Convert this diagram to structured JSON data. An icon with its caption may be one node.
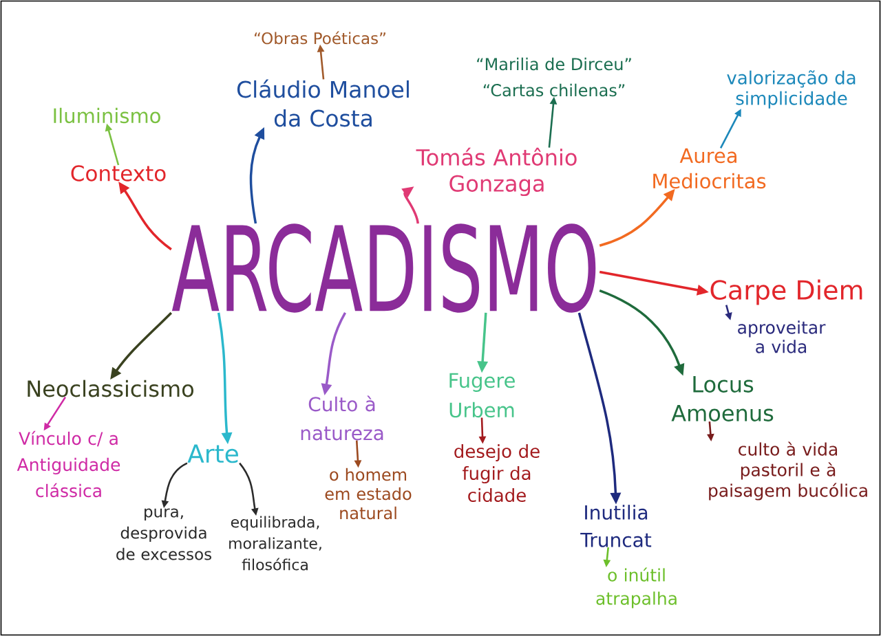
{
  "diagram": {
    "nodes": [
      {
        "text": [
          "“Obras Poéticas”"
        ]
      },
      {
        "text": [
          "Cláudio Manoel da Costa"
        ]
      },
      {
        "text": [
          "Iluminismo"
        ]
      },
      {
        "text": [
          "“Marilia de Dirceu”",
          "“Cartas chilenas”"
        ]
      },
      {
        "text": [
          "valorização da simplicidade"
        ]
      },
      {
        "text": [
          "Contexto"
        ]
      },
      {
        "text": [
          "Tomás Antônio Gonzaga"
        ]
      },
      {
        "text": [
          "Aurea Mediocritas"
        ]
      },
      {
        "text": [
          "ARCADISMO"
        ]
      },
      {
        "text": [
          "Carpe Diem"
        ]
      },
      {
        "text": [
          "aproveitar a vida"
        ]
      },
      {
        "text": [
          "Neoclassicismo"
        ]
      },
      {
        "text": [
          "Culto à natureza"
        ]
      },
      {
        "text": [
          "Fugere Urbem"
        ]
      },
      {
        "text": [
          "Locus Amoenus"
        ]
      },
      {
        "text": [
          "Vínculo c/ a Antiguidade clássica"
        ]
      },
      {
        "text": [
          "Arte"
        ]
      },
      {
        "text": [
          "desejo de fugir da cidade"
        ]
      },
      {
        "text": [
          "o homem em estado natural"
        ]
      },
      {
        "text": [
          "culto à vida pastoril e à paisagem bucólica"
        ]
      },
      {
        "text": [
          "pura, desprovida de excessos"
        ]
      },
      {
        "text": [
          "equilibrada, moralizante, filosófica"
        ]
      },
      {
        "text": [
          "Inutilia Truncat"
        ]
      },
      {
        "text": [
          "o inútil atrapalha"
        ]
      }
    ],
    "edges": [
      {
        "from": 8,
        "to": 5,
        "arrow": "to",
        "color": "#e2262b"
      },
      {
        "from": 5,
        "to": 2,
        "arrow": "to",
        "color": "#7bc142"
      },
      {
        "from": 8,
        "to": 1,
        "arrow": "to",
        "color": "#1f4e9e"
      },
      {
        "from": 1,
        "to": 0,
        "arrow": "to",
        "color": "#a15a2b"
      },
      {
        "from": 8,
        "to": 6,
        "arrow": "to",
        "color": "#e03a74"
      },
      {
        "from": 6,
        "to": 3,
        "arrow": "to",
        "color": "#1b6e50"
      },
      {
        "from": 8,
        "to": 7,
        "arrow": "to",
        "color": "#f26a21"
      },
      {
        "from": 7,
        "to": 4,
        "arrow": "to",
        "color": "#1c88ba"
      },
      {
        "from": 8,
        "to": 9,
        "arrow": "to",
        "color": "#e2262b"
      },
      {
        "from": 9,
        "to": 10,
        "arrow": "to",
        "color": "#2a2a7c"
      },
      {
        "from": 8,
        "to": 14,
        "arrow": "to",
        "color": "#1f6b3c"
      },
      {
        "from": 14,
        "to": 19,
        "arrow": "to",
        "color": "#781c1c"
      },
      {
        "from": 8,
        "to": 22,
        "arrow": "to",
        "color": "#1e2a7e"
      },
      {
        "from": 22,
        "to": 23,
        "arrow": "to",
        "color": "#6cbf2a"
      },
      {
        "from": 8,
        "to": 13,
        "arrow": "to",
        "color": "#47c48a"
      },
      {
        "from": 13,
        "to": 17,
        "arrow": "to",
        "color": "#a31b1e"
      },
      {
        "from": 8,
        "to": 12,
        "arrow": "to",
        "color": "#9a5ac8"
      },
      {
        "from": 12,
        "to": 18,
        "arrow": "to",
        "color": "#9c4a20"
      },
      {
        "from": 8,
        "to": 16,
        "arrow": "to",
        "color": "#2bb8cc"
      },
      {
        "from": 16,
        "to": 20,
        "arrow": "to",
        "color": "#2b2b2b"
      },
      {
        "from": 16,
        "to": 21,
        "arrow": "to",
        "color": "#2b2b2b"
      },
      {
        "from": 8,
        "to": 11,
        "arrow": "to",
        "color": "#3a4220"
      },
      {
        "from": 11,
        "to": 15,
        "arrow": "to",
        "color": "#cf2aa5"
      }
    ]
  }
}
